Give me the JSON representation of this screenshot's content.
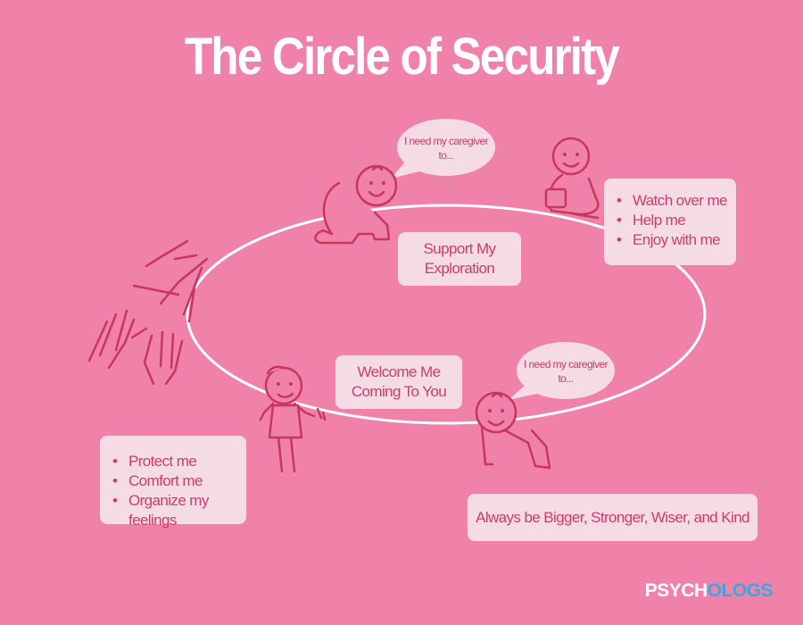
{
  "title": "The Circle of Security",
  "bubbles": {
    "top": "I need my caregiver to...",
    "bottom": "I need my caregiver to..."
  },
  "support_box": "Support My Exploration",
  "welcome_box": "Welcome Me Coming To You",
  "top_needs": [
    "Watch over me",
    "Help me",
    "Enjoy with me"
  ],
  "bottom_needs": [
    "Protect me",
    "Comfort me",
    "Organize my feelings"
  ],
  "always_box": "Always be Bigger, Stronger, Wiser, and Kind",
  "brand": {
    "part1": "PSYCH",
    "part2": "OLOGS"
  },
  "colors": {
    "background": "#f082a9",
    "box": "#f4dbe4",
    "line": "#c8365f",
    "text": "#d23a67",
    "brand_blue": "#3aa7e0"
  },
  "icons": [
    "crawling-baby-icon",
    "sitting-baby-icon",
    "walking-baby-icon",
    "reaching-hands-icon",
    "speech-bubble-icon"
  ]
}
